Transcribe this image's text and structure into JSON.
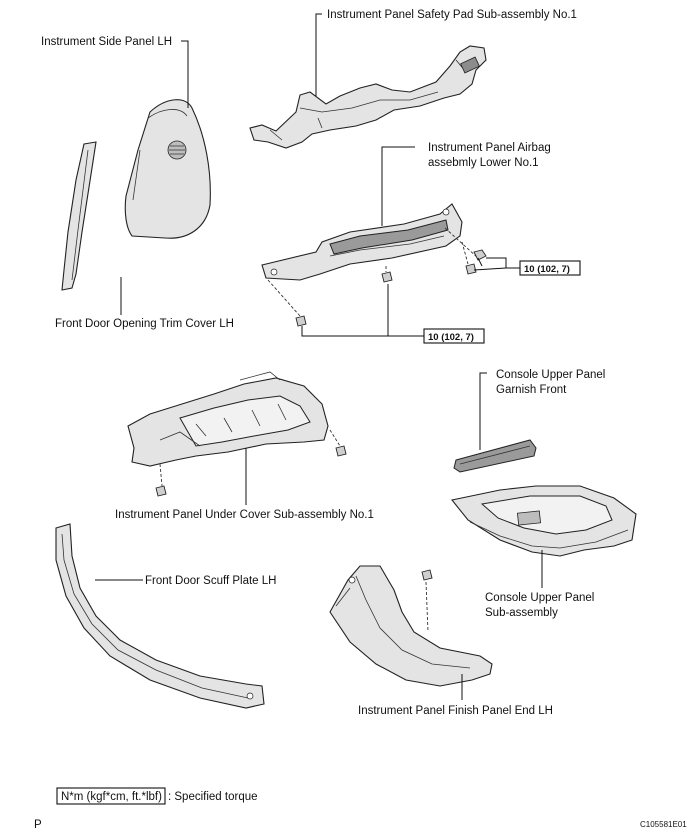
{
  "labels": {
    "side_panel": "Instrument Side Panel LH",
    "safety_pad": "Instrument Panel Safety Pad Sub-assembly No.1",
    "airbag_line1": "Instrument Panel Airbag",
    "airbag_line2": "assebmly Lower No.1",
    "door_trim": "Front Door Opening Trim Cover LH",
    "garnish_line1": "Console Upper Panel",
    "garnish_line2": "Garnish Front",
    "under_cover": "Instrument Panel Under Cover Sub-assembly No.1",
    "scuff_plate": "Front Door Scuff Plate LH",
    "console_line1": "Console Upper Panel",
    "console_line2": "Sub-assembly",
    "finish_end": "Instrument Panel Finish Panel End LH"
  },
  "torque": {
    "airbag_right": "10 (102, 7)",
    "airbag_lower": "10 (102, 7)"
  },
  "legend": {
    "box_text": "N*m (kgf*cm, ft.*lbf)",
    "description": ": Specified torque"
  },
  "footer": {
    "left": "P",
    "code": "C105581E01"
  }
}
